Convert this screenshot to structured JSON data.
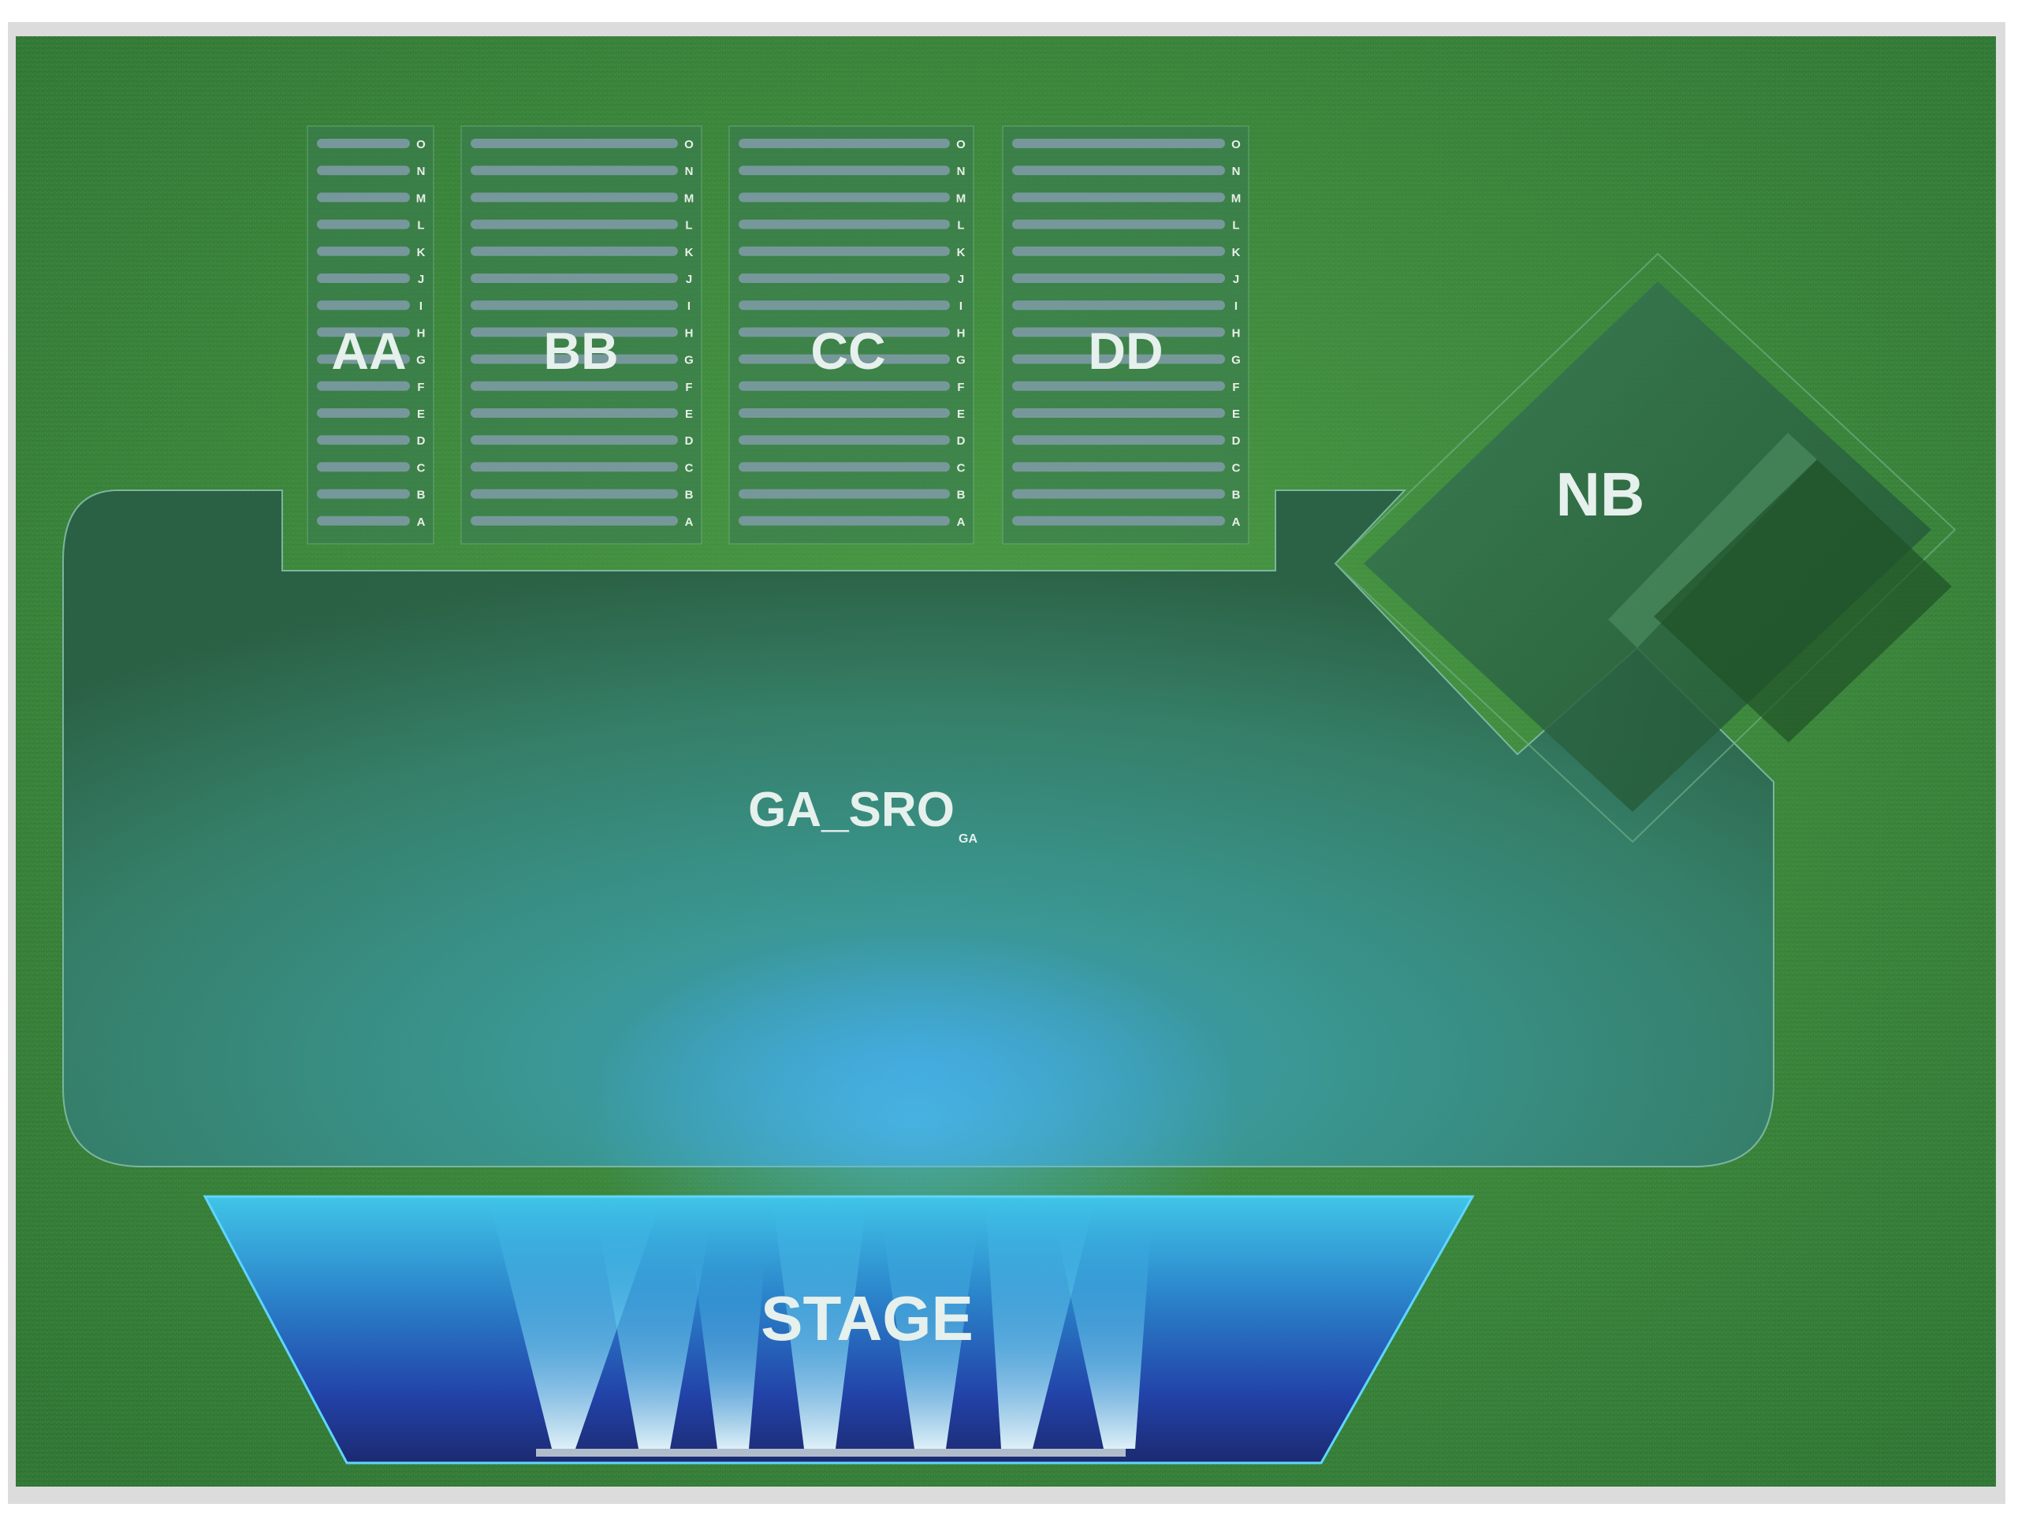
{
  "sections": {
    "aa": {
      "label": "AA"
    },
    "bb": {
      "label": "BB"
    },
    "cc": {
      "label": "CC"
    },
    "dd": {
      "label": "DD"
    },
    "nb": {
      "label": "NB"
    },
    "ga": {
      "label": "GA_SRO",
      "sublabel": "GA"
    },
    "stage": {
      "label": "STAGE"
    }
  },
  "row_labels": [
    "O",
    "N",
    "M",
    "L",
    "K",
    "J",
    "I",
    "H",
    "G",
    "F",
    "E",
    "D",
    "C",
    "B",
    "A"
  ],
  "colors": {
    "grass": "#3f8a3c",
    "ga_area": "#3f8f86",
    "seat_row": "#7d9aa4",
    "stage_top": "#3fc8e8",
    "stage_bottom": "#1e2a8a",
    "label": "#e6f0ec"
  }
}
